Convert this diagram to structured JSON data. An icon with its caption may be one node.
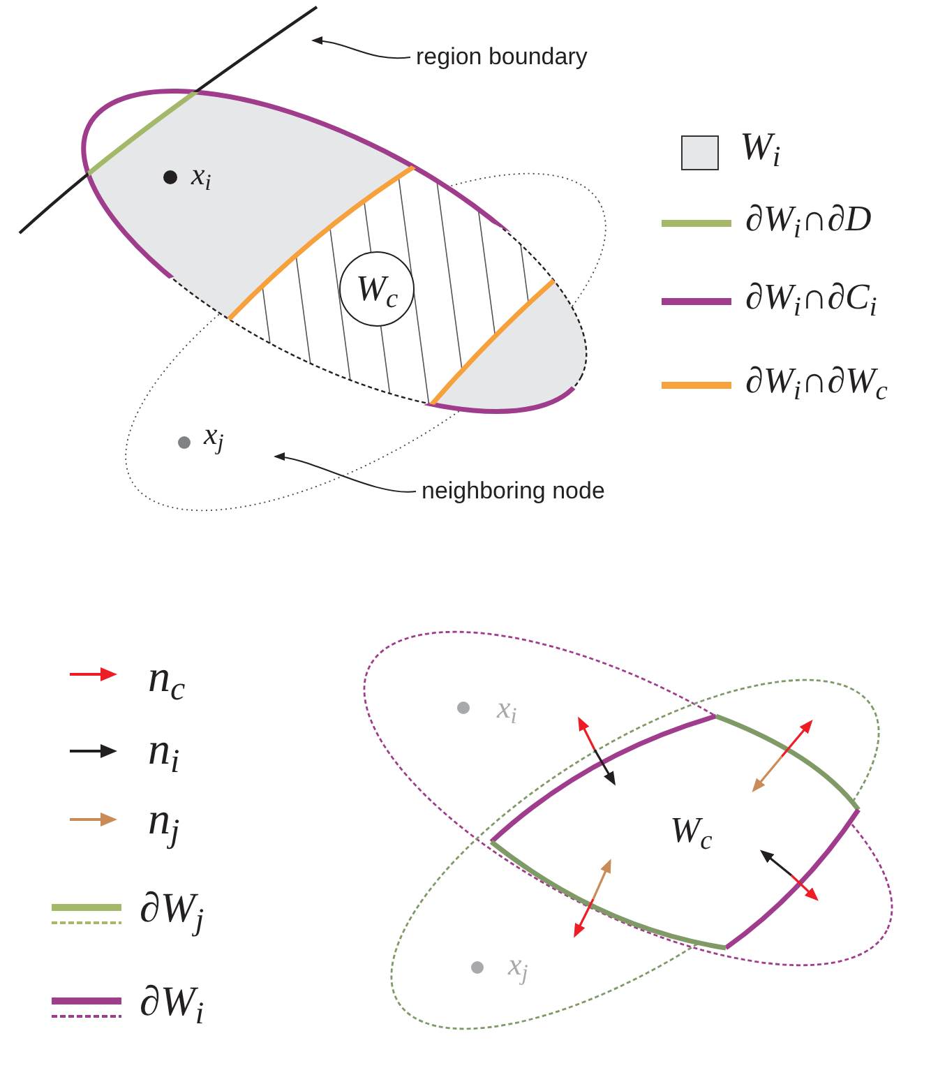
{
  "diagram": {
    "nodes": [
      {
        "text": [
          "region boundary"
        ]
      },
      {
        "text": [
          "neighboring node"
        ]
      },
      {
        "text": [
          "W$_{c}$"
        ]
      }
    ],
    "edges": [
      {
        "from": 0,
        "to": null,
        "arrow": "to"
      },
      {
        "from": 1,
        "to": null,
        "arrow": "to"
      }
    ],
    "labels": [
      "x$_{i}$",
      "x$_{j}$",
      "W$_{c}$",
      "x$_{i}$",
      "x$_{j}$"
    ],
    "legend": [
      {
        "text": "W$_{i}$",
        "color": "#e6e7e8"
      },
      {
        "text": "∂W$_{i}$∩∂D"
      },
      {
        "text": "∂W$_{i}$∩∂C$_{i}$"
      },
      {
        "text": "∂W$_{i}$∩∂W$_{c}$"
      },
      {
        "text": "n$_{c}$"
      },
      {
        "text": "n$_{i}$"
      },
      {
        "text": "n$_{j}$"
      },
      {
        "text": "∂W$_{j}$"
      },
      {
        "text": "∂W$_{i}$"
      }
    ]
  }
}
